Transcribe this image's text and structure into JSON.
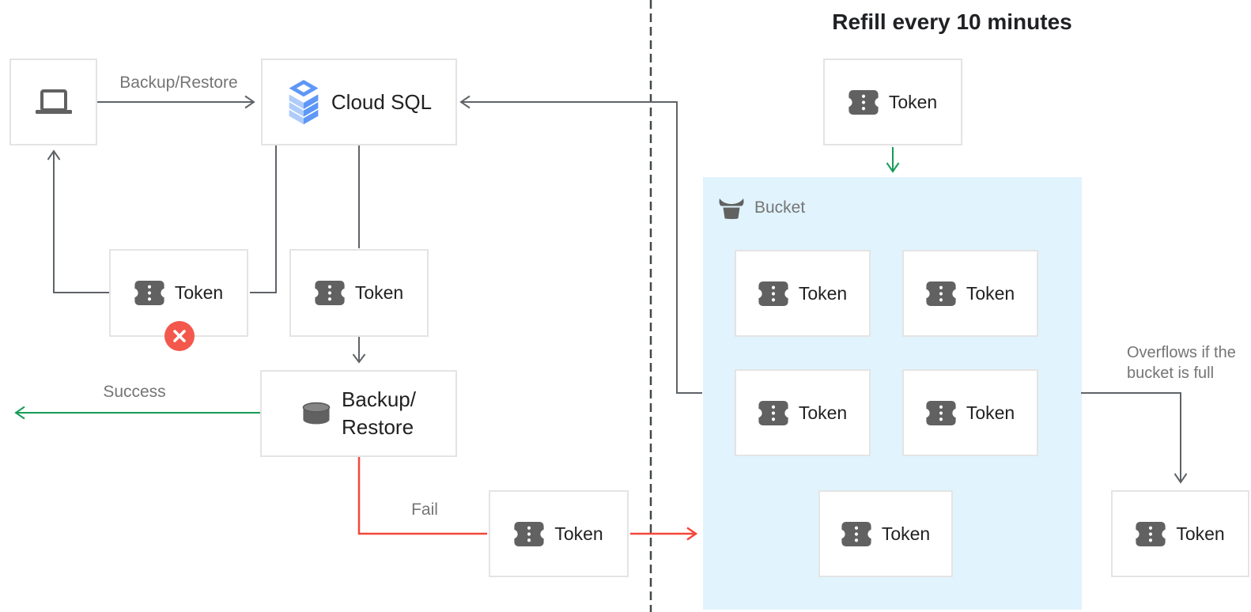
{
  "title": "Refill every 10 minutes",
  "nodes": {
    "token": "Token",
    "cloud_sql": "Cloud SQL",
    "backup_restore_line1": "Backup/",
    "backup_restore_line2": "Restore",
    "bucket": "Bucket"
  },
  "edge_labels": {
    "request": "Backup/Restore",
    "success": "Success",
    "fail": "Fail",
    "overflow": "Overflows if the bucket is full"
  },
  "icons": {
    "client": "laptop-icon",
    "cloud_sql": "cloud-sql-icon",
    "token": "token-icon",
    "backup_restore": "database-icon",
    "bucket": "bucket-icon",
    "error": "x-circle-icon"
  },
  "colors": {
    "line_gray": "#5f6368",
    "label_gray": "#757575",
    "text_dark": "#212121",
    "border_gray": "#e4e4e4",
    "success_green": "#169c56",
    "fail_red": "#f4473a",
    "badge_red": "#f4574c",
    "bucket_blue": "#e1f3fc",
    "icon_gray": "#616161",
    "sql_blue_light": "#aecbfa",
    "sql_blue": "#5e97f6"
  }
}
